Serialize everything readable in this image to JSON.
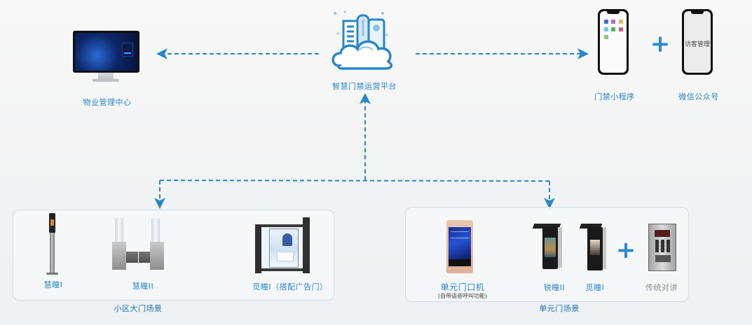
{
  "colors": {
    "accent": "#2b86c9",
    "arrow": "#2a86c8",
    "panel_border": "#cfe0ee",
    "gray_label": "#8a8f94"
  },
  "center": {
    "icon": "cloud-building-icon",
    "label": "智慧门禁运营平台"
  },
  "left": {
    "icon": "monitor-icon",
    "label": "物业管理中心"
  },
  "right": {
    "mini_program": {
      "icon": "smartphone-icon",
      "label": "门禁小程序"
    },
    "plus": "+",
    "wechat": {
      "icon": "smartphone-icon",
      "screen_text": "访客管理",
      "label": "微信公众号"
    }
  },
  "scenes": [
    {
      "title": "小区大门场景",
      "devices": [
        {
          "icon": "face-recognition-pole-icon",
          "label": "慧瞳I"
        },
        {
          "icon": "turnstile-gate-icon",
          "label": "慧瞳II"
        },
        {
          "icon": "advertising-gate-icon",
          "label": "觅瞳I（搭配广告门）"
        }
      ]
    },
    {
      "title": "单元门场景",
      "devices": [
        {
          "icon": "door-intercom-icon",
          "label": "单元门口机",
          "sublabel": "(自带语音呼叫功能)"
        },
        {
          "icon": "face-terminal-icon",
          "label": "锐瞳II"
        },
        {
          "icon": "face-terminal-icon",
          "label": "觅瞳I"
        },
        {
          "icon": "traditional-intercom-icon",
          "label": "传统对讲",
          "muted": true
        }
      ],
      "plus": "+"
    }
  ]
}
